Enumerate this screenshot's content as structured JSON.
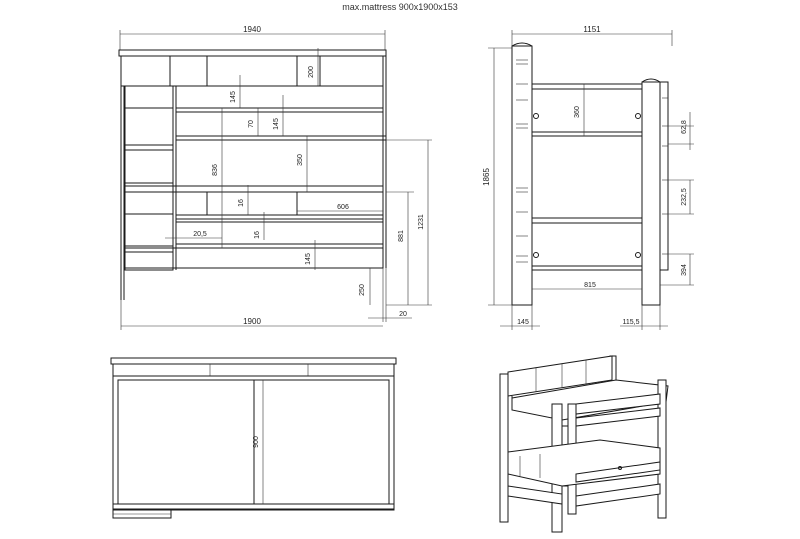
{
  "caption": "max.mattress 900x1900x153",
  "front_view": {
    "width_top": "1940",
    "width_bottom": "1900",
    "dims": {
      "d200": "200",
      "d145a": "145",
      "d70": "70",
      "d145b": "145",
      "d836": "836",
      "d350": "350",
      "d16a": "16",
      "d606": "606",
      "d20_5": "20,5",
      "d16b": "16",
      "d145c": "145",
      "d881": "881",
      "d1231": "1231",
      "d250": "250",
      "d20": "20"
    }
  },
  "side_view": {
    "width_top": "1151",
    "height": "1865",
    "dims": {
      "d360": "360",
      "d62_8": "62,8",
      "d232_5": "232,5",
      "d394": "394",
      "d815": "815",
      "d145": "145",
      "d115_5": "115,5"
    }
  },
  "top_view": {
    "d900": "900"
  }
}
